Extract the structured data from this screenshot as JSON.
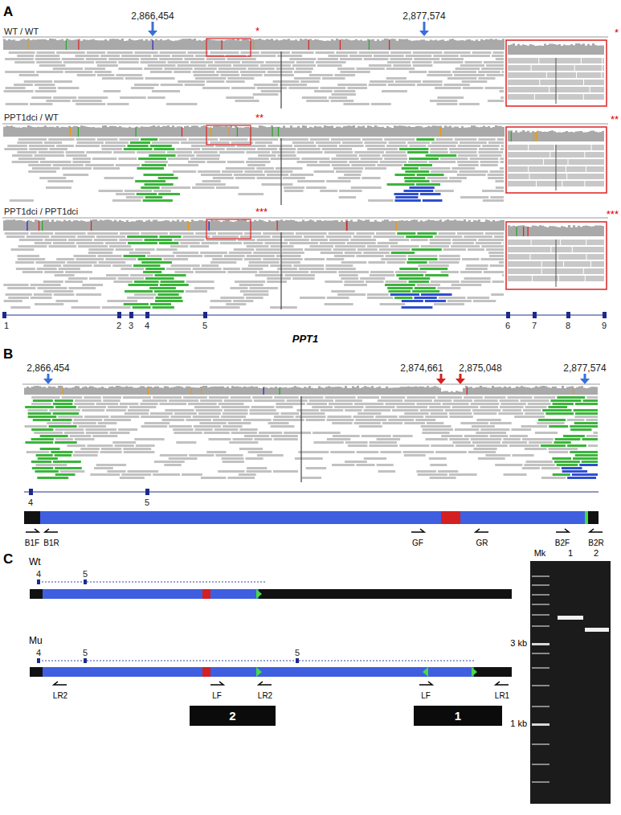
{
  "diagram": {
    "nodes": [
      {
        "text": [
          "2"
        ]
      },
      {
        "text": [
          "1"
        ]
      }
    ],
    "labels": [
      "A",
      "2,866,454",
      "2,877,574",
      "WT / WT",
      "*",
      "*",
      "PPT1dci / WT",
      "**",
      "**",
      "PPT1dci / PPT1dci",
      "***",
      "***",
      "1",
      "2",
      "3",
      "4",
      "5",
      "6",
      "7",
      "8",
      "9",
      "PPT1",
      "B",
      "2,866,454",
      "2,874,661",
      "2,875,048",
      "2,877,574",
      "4",
      "5",
      "B1F",
      "B1R",
      "GF",
      "GR",
      "B2F",
      "B2R",
      "C",
      "Wt",
      "4",
      "5",
      "Mu",
      "4",
      "5",
      "5",
      "LR2",
      "LF",
      "LR2",
      "LF",
      "LR1",
      "Mk",
      "1",
      "2",
      "3 kb",
      "1 kb"
    ]
  }
}
